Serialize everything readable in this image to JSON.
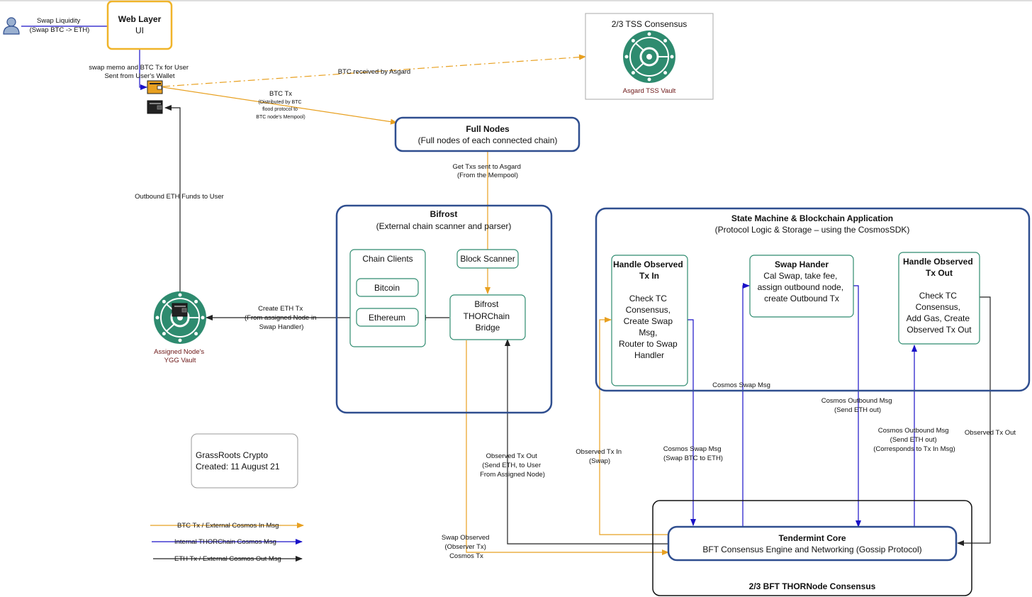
{
  "colors": {
    "orange": "#E8A020",
    "blue": "#1A12C8",
    "black": "#222222",
    "navy": "#2F4E8F",
    "teal": "#2E8B6F",
    "tealDark": "#156E56",
    "tss": "#6B1515"
  },
  "nodes": {
    "user": {
      "label_lines": [
        "Swap Liquidity",
        "(Swap BTC -> ETH)"
      ]
    },
    "web_layer": {
      "title": "Web Layer",
      "subtitle": "UI"
    },
    "tss": {
      "title": "2/3 TSS Consensus",
      "vault_label": "Asgard TSS Vault"
    },
    "full_nodes": {
      "title": "Full Nodes",
      "subtitle": "(Full nodes of each connected chain)"
    },
    "bifrost": {
      "title": "Bifrost",
      "subtitle": "(External chain scanner and parser)"
    },
    "chain_clients": {
      "title": "Chain Clients",
      "items": [
        "Bitcoin",
        "Ethereum"
      ]
    },
    "block_scanner": {
      "label": "Block Scanner"
    },
    "bridge": {
      "label_lines": [
        "Bifrost",
        "THORChain",
        "Bridge"
      ]
    },
    "ygg": {
      "label_lines": [
        "Assigned Node's",
        "YGG Vault"
      ]
    },
    "state_machine": {
      "title": "State Machine & Blockchain Application",
      "subtitle": "(Protocol Logic & Storage – using the CosmosSDK)"
    },
    "observed_in": {
      "title_lines": [
        "Handle Observed",
        "Tx In"
      ],
      "body_lines": [
        "Check TC",
        "Consensus,",
        "Create Swap",
        "Msg,",
        "Router to Swap",
        "Handler"
      ]
    },
    "swap_handler": {
      "title": "Swap Hander",
      "body_lines": [
        "Cal Swap, take fee,",
        "assign outbound node,",
        "create Outbound Tx"
      ]
    },
    "observed_out": {
      "title_lines": [
        "Handle Observed",
        "Tx Out"
      ],
      "body_lines": [
        "Check TC",
        "Consensus,",
        "Add Gas, Create",
        "Observed Tx Out"
      ]
    },
    "tendermint": {
      "title": "Tendermint Core",
      "subtitle": "BFT Consensus Engine and Networking (Gossip Protocol)"
    },
    "bft": {
      "label": "2/3 BFT THORNode Consensus"
    },
    "credits": {
      "lines": [
        "GrassRoots Crypto",
        "Created: 11 August 21"
      ]
    }
  },
  "edge_labels": {
    "swap_memo": [
      "swap memo and BTC Tx for User",
      "Sent from User's Wallet"
    ],
    "btc_received": "BTC received by Asgard",
    "btc_tx_title": "BTC Tx",
    "btc_tx_notes": [
      "(Distributed by BTC",
      "flood protocol to",
      "BTC node's Mempool)"
    ],
    "get_txs": [
      "Get Txs sent to Asgard",
      "(From the Mempool)"
    ],
    "outbound_eth": "Outbound ETH Funds to User",
    "create_eth": [
      "Create ETH Tx",
      "(From assigned Node in",
      "Swap Handler)"
    ],
    "cosmos_swap_msg_top": "Cosmos Swap Msg",
    "cosmos_outbound_eth": [
      "Cosmos Outbound Msg",
      "(Send ETH out)"
    ],
    "cosmos_outbound_corr": [
      "Cosmos Outbound Msg",
      "(Send ETH out)",
      "(Corresponds to Tx In Msg)"
    ],
    "observed_tx_out_right": "Observed Tx Out",
    "observed_tx_in": [
      "Observed Tx In",
      "(Swap)"
    ],
    "cosmos_swap_msg": [
      "Cosmos Swap Msg",
      "(Swap BTC to ETH)"
    ],
    "observed_tx_out_mid": [
      "Observed Tx Out",
      "(Send ETH, to User",
      "From Assigned Node)"
    ],
    "swap_observed": [
      "Swap Observed",
      "(Observer Tx)",
      "Cosmos Tx"
    ]
  },
  "legend": [
    {
      "label": "BTC Tx / External Cosmos In Msg",
      "color": "#E8A020"
    },
    {
      "label": "Internal THORChain Cosmos Msg",
      "color": "#1A12C8"
    },
    {
      "label": "ETH Tx / External Cosmos Out Msg",
      "color": "#222222"
    }
  ]
}
